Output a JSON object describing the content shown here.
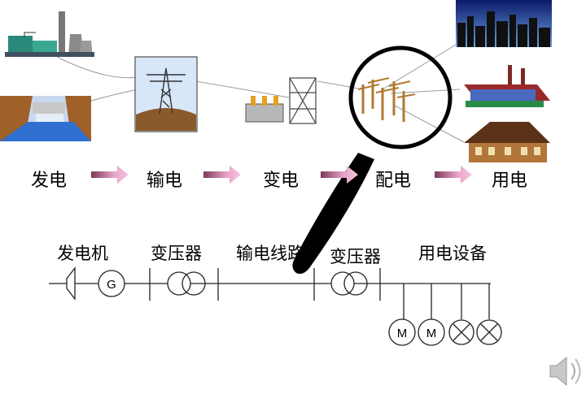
{
  "stages": [
    "发电",
    "输电",
    "变电",
    "配电",
    "用电"
  ],
  "diagram_labels": [
    "发电机",
    "变压器",
    "输电线路",
    "变压器",
    "用电设备"
  ],
  "symbols": {
    "generator": "G",
    "motor": "M"
  },
  "icons": [
    "power-plant-icon",
    "dam-icon",
    "transmission-tower-icon",
    "substation-icon",
    "distribution-poles-icon",
    "city-skyline-icon",
    "factory-icon",
    "house-icon",
    "magnifier-icon",
    "speaker-icon"
  ],
  "colors": {
    "arrow": "#b06080",
    "ring": "#000000",
    "water": "#3070c0",
    "earth": "#8a5a2a"
  }
}
